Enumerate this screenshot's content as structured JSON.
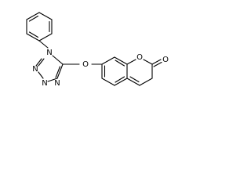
{
  "molecule": {
    "atom_labels": {
      "n1": "N",
      "n2": "N",
      "n3": "N",
      "n4": "N",
      "o_ether": "O",
      "o_ring": "O",
      "o_carbonyl": "O"
    }
  }
}
